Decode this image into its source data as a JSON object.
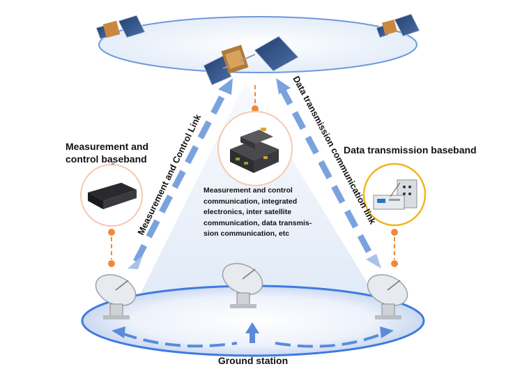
{
  "labels": {
    "mc_baseband": "Measurement and\ncontrol baseband",
    "dt_baseband": "Data transmission baseband",
    "mc_link": "Measurement and Control Link",
    "dt_link": "Data transmission communication link",
    "ground_station": "Ground station",
    "center_desc": "Measurement and control\ncommunication, integrated\nelectronics, inter satellite\ncommunication, data transmis-\nsion communication, etc"
  },
  "colors": {
    "link_arrow": "#7aa3de",
    "dot": "#ef8a3a",
    "orbit": "#3d7be0",
    "gold_circle": "#f2b51d",
    "pink_circle": "#f6c8b0"
  },
  "icons": [
    "satellite-icon",
    "satellite-electronics-icon",
    "baseband-server-icon",
    "baseband-console-icon",
    "dish-antenna-icon"
  ]
}
